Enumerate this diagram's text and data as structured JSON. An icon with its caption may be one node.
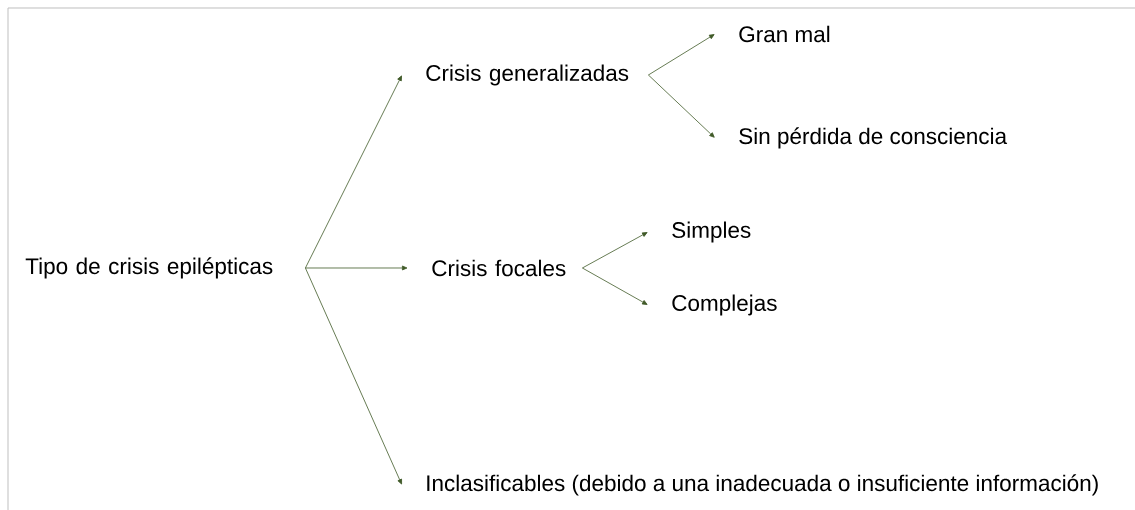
{
  "diagram": {
    "nodes": [
      {
        "text": [
          "Tipo de crisis epilépticas"
        ]
      },
      {
        "text": [
          "Crisis generalizadas"
        ]
      },
      {
        "text": [
          "Gran mal"
        ]
      },
      {
        "text": [
          "Sin pérdida de consciencia"
        ]
      },
      {
        "text": [
          "Crisis focales"
        ]
      },
      {
        "text": [
          "Simples"
        ]
      },
      {
        "text": [
          "Complejas"
        ]
      },
      {
        "text": [
          "Inclasificables (debido a una inadecuada o insuficiente información)"
        ]
      }
    ],
    "edges": [
      {
        "from": 0,
        "to": 1,
        "arrow": "to"
      },
      {
        "from": 0,
        "to": 4,
        "arrow": "to"
      },
      {
        "from": 0,
        "to": 7,
        "arrow": "to"
      },
      {
        "from": 1,
        "to": 2,
        "arrow": "to"
      },
      {
        "from": 1,
        "to": 3,
        "arrow": "to"
      },
      {
        "from": 4,
        "to": 5,
        "arrow": "to"
      },
      {
        "from": 4,
        "to": 6,
        "arrow": "to"
      }
    ]
  }
}
